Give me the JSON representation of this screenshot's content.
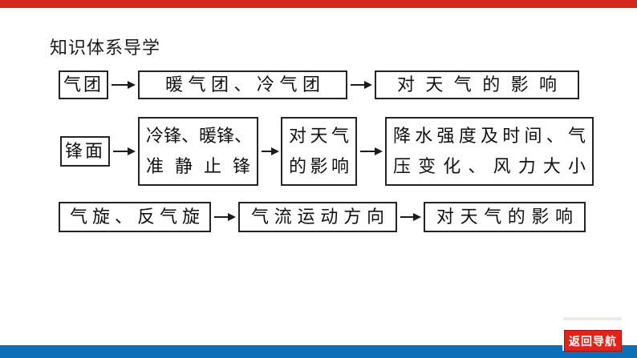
{
  "theme": {
    "top_bar_color": "#d3281e",
    "bottom_bar_color": "#0c6fb8",
    "button_color": "#e2231a",
    "box_border_color": "#242424",
    "text_color": "#101010"
  },
  "title": "知识体系导学",
  "flowchart": {
    "row1": {
      "node1": {
        "line1": "气团"
      },
      "node2": {
        "line1": "暖气团、冷气团"
      },
      "node3": {
        "line1": "对天气的影响"
      }
    },
    "row2": {
      "node1": {
        "line1": "锋面"
      },
      "node2": {
        "line1": "冷锋、暖锋、",
        "line2": "准静止锋"
      },
      "node3": {
        "line1": "对天气",
        "line2": "的影响"
      },
      "node4": {
        "line1": "降水强度及时间、气",
        "line2": "压变化、风力大小"
      }
    },
    "row3": {
      "node1": {
        "line1": "气旋、反气旋"
      },
      "node2": {
        "line1": "气流运动方向"
      },
      "node3": {
        "line1": "对天气的影响"
      }
    }
  },
  "footer": {
    "back_button_label": "返回导航"
  }
}
